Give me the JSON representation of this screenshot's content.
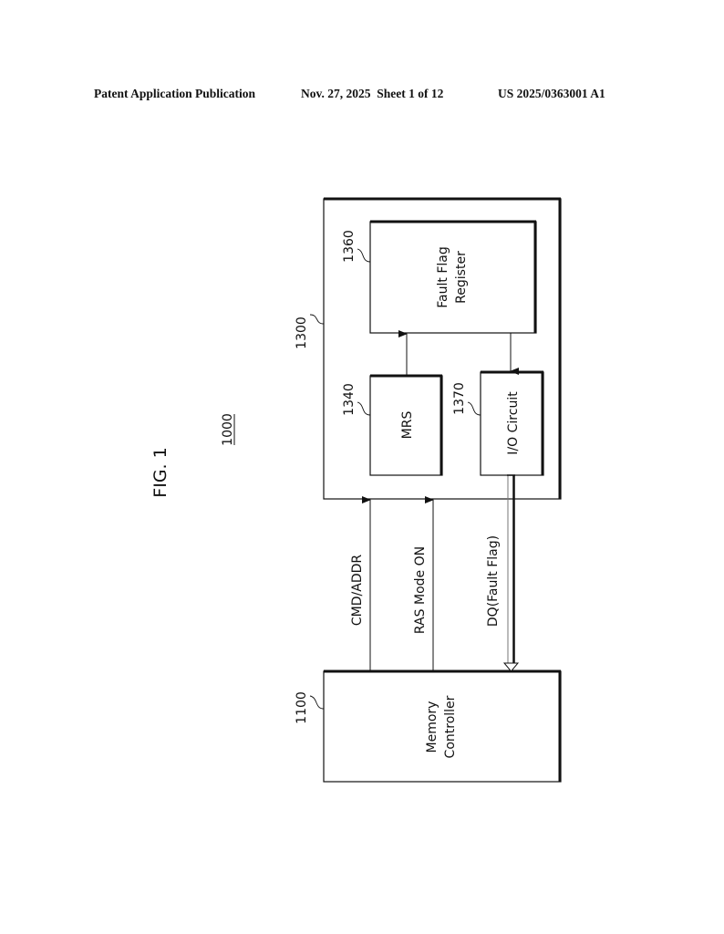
{
  "header": {
    "publication": "Patent Application Publication",
    "date_sheet": "Nov. 27, 2025  Sheet 1 of 12",
    "number": "US 2025/0363001 A1"
  },
  "figure": {
    "title": "FIG. 1",
    "system_ref": "1000",
    "blocks": {
      "memory_device": {
        "ref": "1300"
      },
      "fault_flag_register": {
        "ref": "1360",
        "line1": "Fault Flag",
        "line2": "Register"
      },
      "mrs": {
        "ref": "1340",
        "label": "MRS"
      },
      "io_circuit": {
        "ref": "1370",
        "label": "I/O Circuit"
      },
      "memory_controller": {
        "ref": "1100",
        "line1": "Memory",
        "line2": "Controller"
      }
    },
    "signals": {
      "cmd_addr": "CMD/ADDR",
      "ras_mode": "RAS Mode ON",
      "dq": "DQ(Fault Flag)"
    }
  }
}
